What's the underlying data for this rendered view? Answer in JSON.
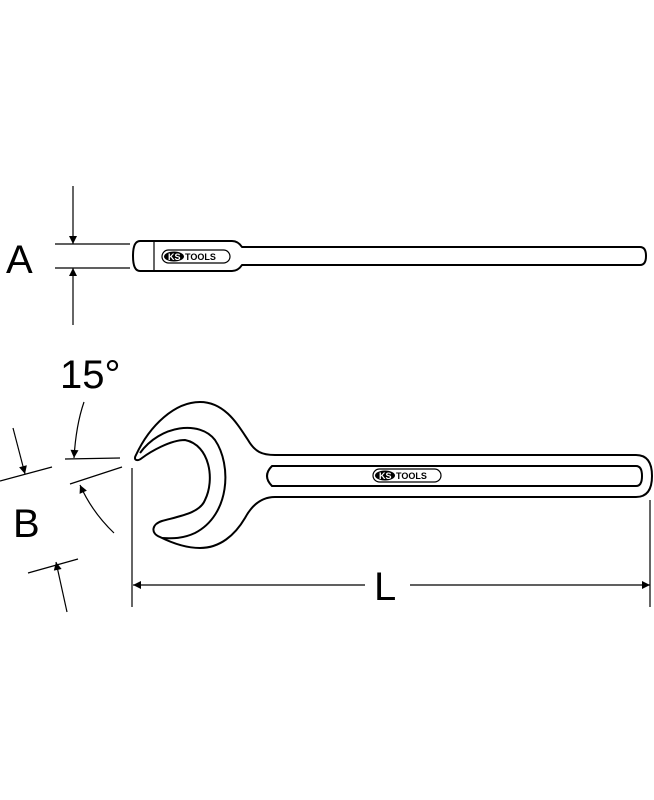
{
  "title": "Open-end wrench dimension drawing",
  "dimensions": {
    "a_label": "A",
    "b_label": "B",
    "angle_label": "15°",
    "l_label": "L"
  },
  "logo": {
    "brand": "KS",
    "suffix": "TOOLS"
  },
  "colors": {
    "line": "#000000",
    "background": "#ffffff"
  }
}
